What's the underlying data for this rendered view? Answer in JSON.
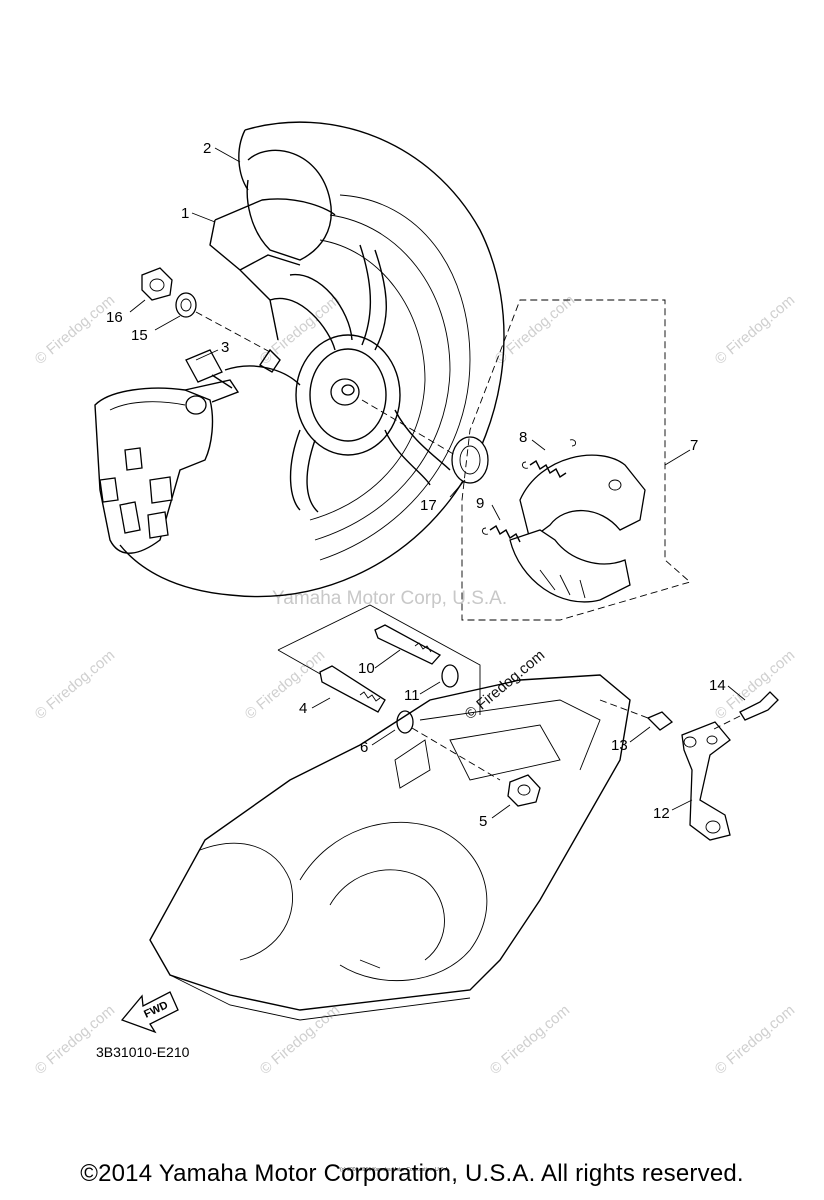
{
  "callouts": {
    "c1": "1",
    "c2": "2",
    "c3": "3",
    "c4": "4",
    "c5": "5",
    "c6": "6",
    "c7": "7",
    "c8": "8",
    "c9": "9",
    "c10": "10",
    "c11": "11",
    "c12": "12",
    "c13": "13",
    "c14": "14",
    "c15": "15",
    "c16": "16",
    "c17": "17"
  },
  "watermark": {
    "center_text": "Yamaha Motor Corp, U.S.A.",
    "firedog_text": "© Firedog.com"
  },
  "fwd_label": "FWD",
  "diagram_code": "3B31010-E210",
  "small_copyright": "(c) 2006-2016 Yamaha Motor Corporation, U.S.A.",
  "copyright": "©2014 Yamaha Motor Corporation, U.S.A. All rights reserved."
}
